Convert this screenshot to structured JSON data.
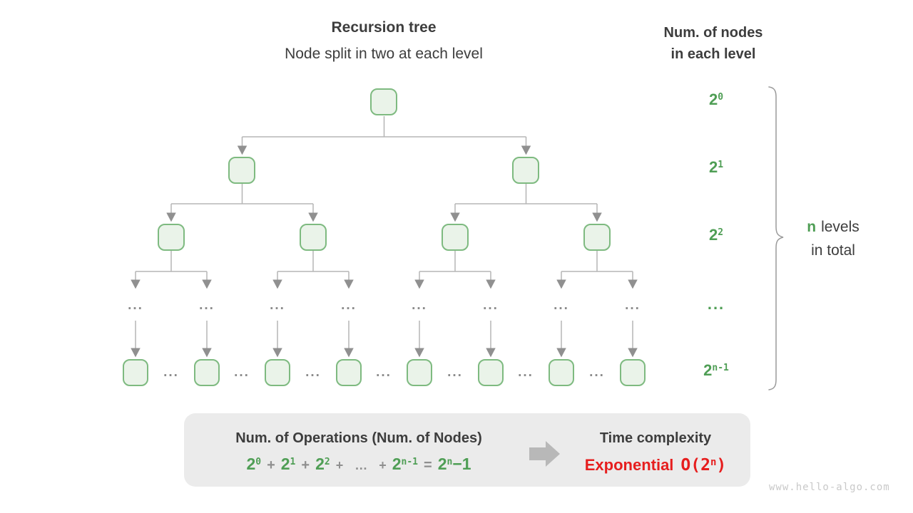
{
  "title": {
    "main": "Recursion tree",
    "sub": "Node split in two at each level"
  },
  "right_header": {
    "line1": "Num. of nodes",
    "line2": "in each level"
  },
  "level_labels": {
    "l0": {
      "base": "2",
      "sup": "0"
    },
    "l1": {
      "base": "2",
      "sup": "1"
    },
    "l2": {
      "base": "2",
      "sup": "2"
    },
    "dots": "...",
    "ln": {
      "base": "2",
      "sup": "n-1"
    }
  },
  "brace": {
    "n": "n",
    "levels": "levels",
    "line2": "in total"
  },
  "tree": {
    "dots": "..."
  },
  "summary": {
    "title": "Num. of Operations (Num. of Nodes)",
    "terms": [
      {
        "base": "2",
        "sup": "0"
      },
      {
        "base": "2",
        "sup": "1"
      },
      {
        "base": "2",
        "sup": "2"
      }
    ],
    "plus": "+",
    "ellipsis": "…",
    "last_term": {
      "base": "2",
      "sup": "n-1"
    },
    "equals": "=",
    "result": {
      "base": "2",
      "sup": "n",
      "tail": "−1"
    }
  },
  "complexity": {
    "title": "Time complexity",
    "name": "Exponential",
    "o_open": "O(2",
    "o_sup": "n",
    "o_close": ")"
  },
  "watermark": "www.hello-algo.com",
  "colors": {
    "green": "#4f9e55",
    "node_fill": "#eaf3e9",
    "node_border": "#7eba80",
    "red": "#e61e1e",
    "text": "#3d3d3d",
    "line": "#b5b5b5",
    "arrowhead": "#909090",
    "box_bg": "#ebebeb",
    "block_arrow": "#b8b8b8",
    "watermark": "#c9c9c9"
  }
}
